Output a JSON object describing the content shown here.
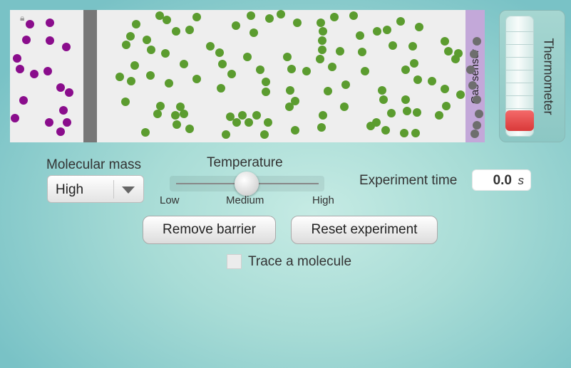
{
  "simulation": {
    "sensor_label": "Gas sensor",
    "colors": {
      "light_molecule": "#5b9c2f",
      "heavy_molecule": "#8a0d8c",
      "sensor_particle": "#6e6e6e"
    }
  },
  "thermometer": {
    "label": "Thermometer",
    "level_fraction": 0.18
  },
  "controls": {
    "molecular_mass": {
      "label": "Molecular mass",
      "selected": "High"
    },
    "temperature": {
      "label": "Temperature",
      "min_label": "Low",
      "mid_label": "Medium",
      "max_label": "High",
      "value": "Medium"
    },
    "experiment_time": {
      "label": "Experiment time",
      "value": "0.0",
      "unit": "s"
    },
    "remove_barrier_label": "Remove barrier",
    "reset_experiment_label": "Reset experiment",
    "trace_molecule": {
      "label": "Trace a molecule",
      "checked": false
    }
  }
}
